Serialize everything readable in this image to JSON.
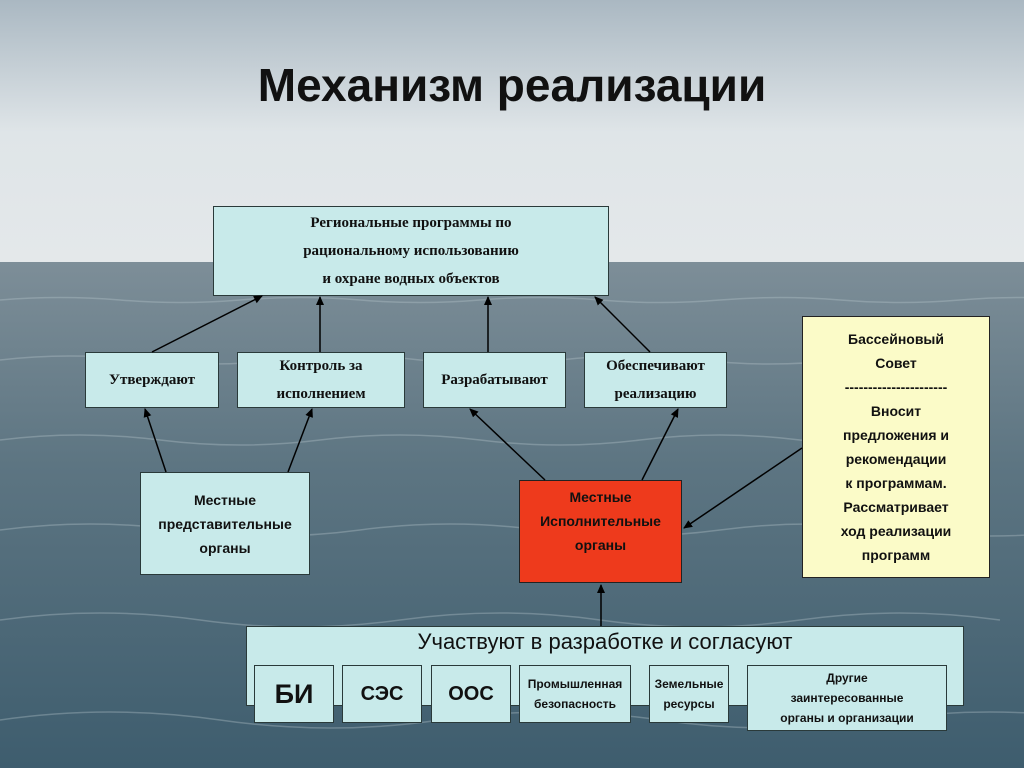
{
  "title": "Механизм реализации",
  "programs_box": [
    "Региональные программы по",
    "рациональному использованию",
    "и охране водных объектов"
  ],
  "approve": "Утверждают",
  "control": [
    "Контроль за",
    "исполнением"
  ],
  "develop": "Разрабатывают",
  "provide": [
    "Обеспечивают",
    "реализацию"
  ],
  "local_repr": [
    "Местные",
    "представительные",
    "органы"
  ],
  "local_exec": [
    "Местные",
    "Исполнительные",
    "органы"
  ],
  "basin_council": [
    "Бассейновый",
    "Совет",
    "----------------------",
    "Вносит",
    "предложения и",
    "рекомендации",
    "к программам.",
    "Рассматривает",
    "ход реализации",
    "программ"
  ],
  "participate": "Участвуют в разработке  и согласуют",
  "participants": {
    "bi": "БИ",
    "ses": "СЭС",
    "oos": "ООС",
    "industrial": [
      "Промышленная",
      "безопасность"
    ],
    "land": [
      "Земельные",
      "ресурсы"
    ],
    "other": [
      "Другие",
      "заинтересованные",
      "органы и организации"
    ]
  },
  "colors": {
    "box": "#c8eaea",
    "exec": "#ee3a1c",
    "council": "#fbfbc8"
  }
}
